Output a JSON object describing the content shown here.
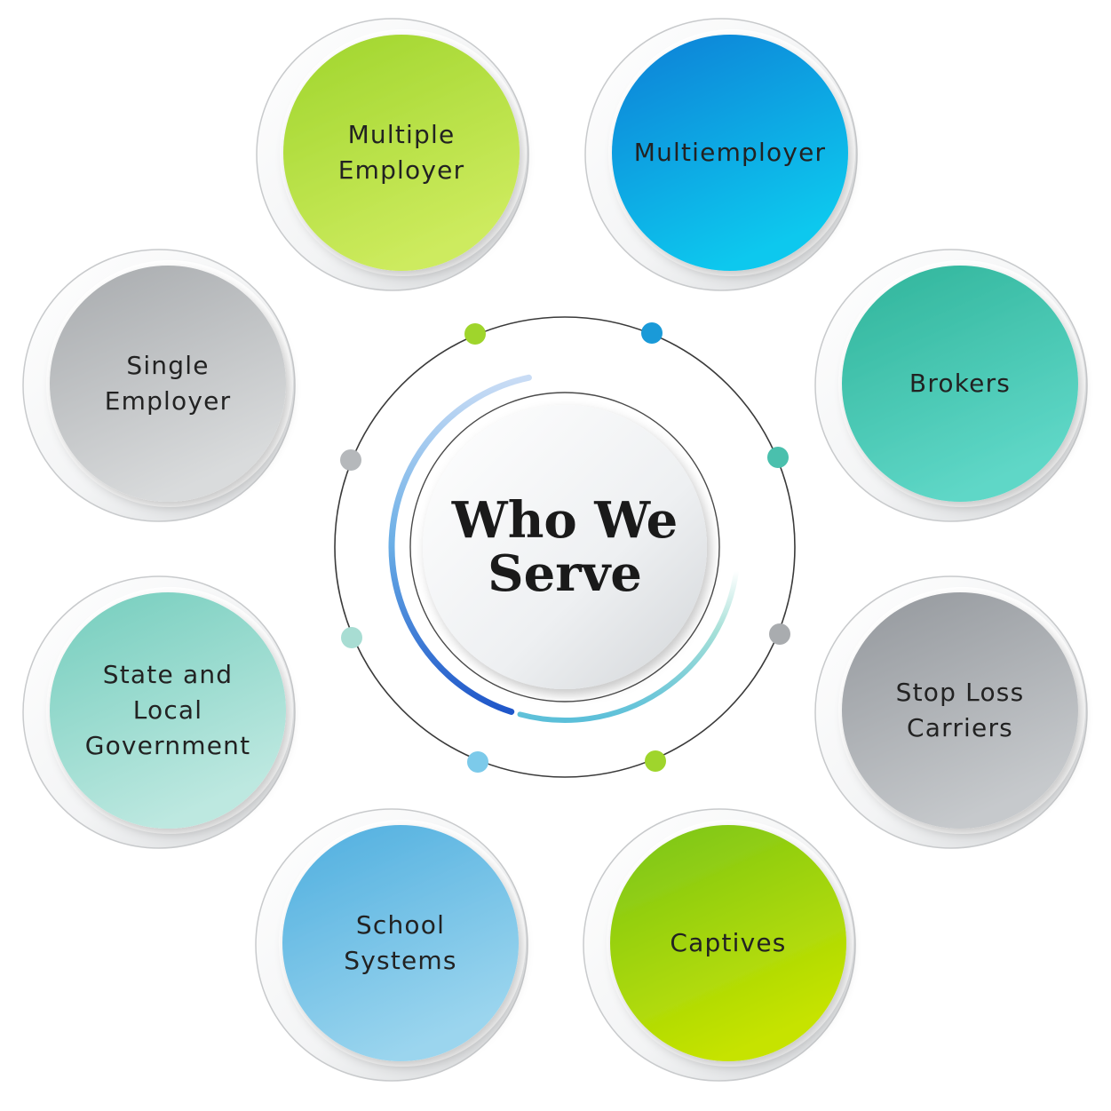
{
  "center": {
    "title": "Who We\nServe"
  },
  "segments": [
    {
      "label": "Multiple\nEmployer",
      "c1": "#9fd52c",
      "c2": "#cdeb5e"
    },
    {
      "label": "Multiemployer",
      "c1": "#0a7fd6",
      "c2": "#08c8ee"
    },
    {
      "label": "Brokers",
      "c1": "#2fb49a",
      "c2": "#5fd7c7"
    },
    {
      "label": "Stop Loss\nCarriers",
      "c1": "#93979c",
      "c2": "#c6c9cc"
    },
    {
      "label": "Captives",
      "c1": "#78c41a",
      "c2": "#c6e300"
    },
    {
      "label": "School\nSystems",
      "c1": "#4eaedf",
      "c2": "#9bd5ee"
    },
    {
      "label": "State and\nLocal\nGovernment",
      "c1": "#74cdbd",
      "c2": "#bde8e0"
    },
    {
      "label": "Single\nEmployer",
      "c1": "#a7aaad",
      "c2": "#d9dbdc"
    }
  ],
  "ring_dots": [
    {
      "color": "#9fd52c"
    },
    {
      "color": "#1a9ad8"
    },
    {
      "color": "#4ac0ad"
    },
    {
      "color": "#a9acaf"
    },
    {
      "color": "#9fd52c"
    },
    {
      "color": "#7ccaea"
    },
    {
      "color": "#a8ddd3"
    },
    {
      "color": "#b5b8bb"
    }
  ]
}
